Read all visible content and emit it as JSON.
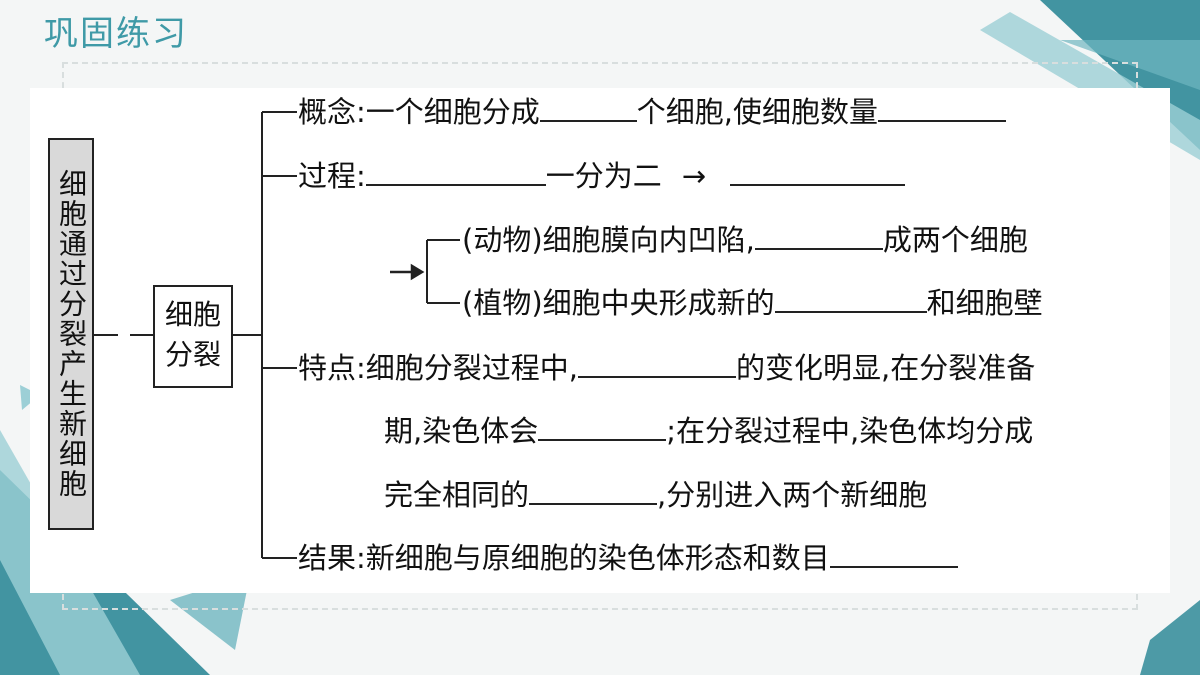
{
  "title": "巩固练习",
  "root_label": "细胞通过分裂产生新细胞",
  "node_label_line1": "细胞",
  "node_label_line2": "分裂",
  "concept": {
    "a": "概念:一个细胞分成",
    "b": "个细胞,使细胞数量"
  },
  "process": {
    "a": "过程:",
    "b": "一分为二",
    "arrow": "→"
  },
  "animal": {
    "a": "(动物)细胞膜向内凹陷,",
    "b": "成两个细胞"
  },
  "plant": {
    "a": "(植物)细胞中央形成新的",
    "b": "和细胞壁"
  },
  "features": {
    "a": "特点:细胞分裂过程中,",
    "b": "的变化明显,在分裂准备",
    "c": "期,染色体会",
    "d": ";在分裂过程中,染色体均分成",
    "e": "完全相同的",
    "f": ",分别进入两个新细胞"
  },
  "result": {
    "a": "结果:新细胞与原细胞的染色体形态和数目"
  },
  "colors": {
    "accent": "#3f9aa7",
    "deco_dark": "#2f8a98",
    "deco_light": "#9ccfd6"
  }
}
